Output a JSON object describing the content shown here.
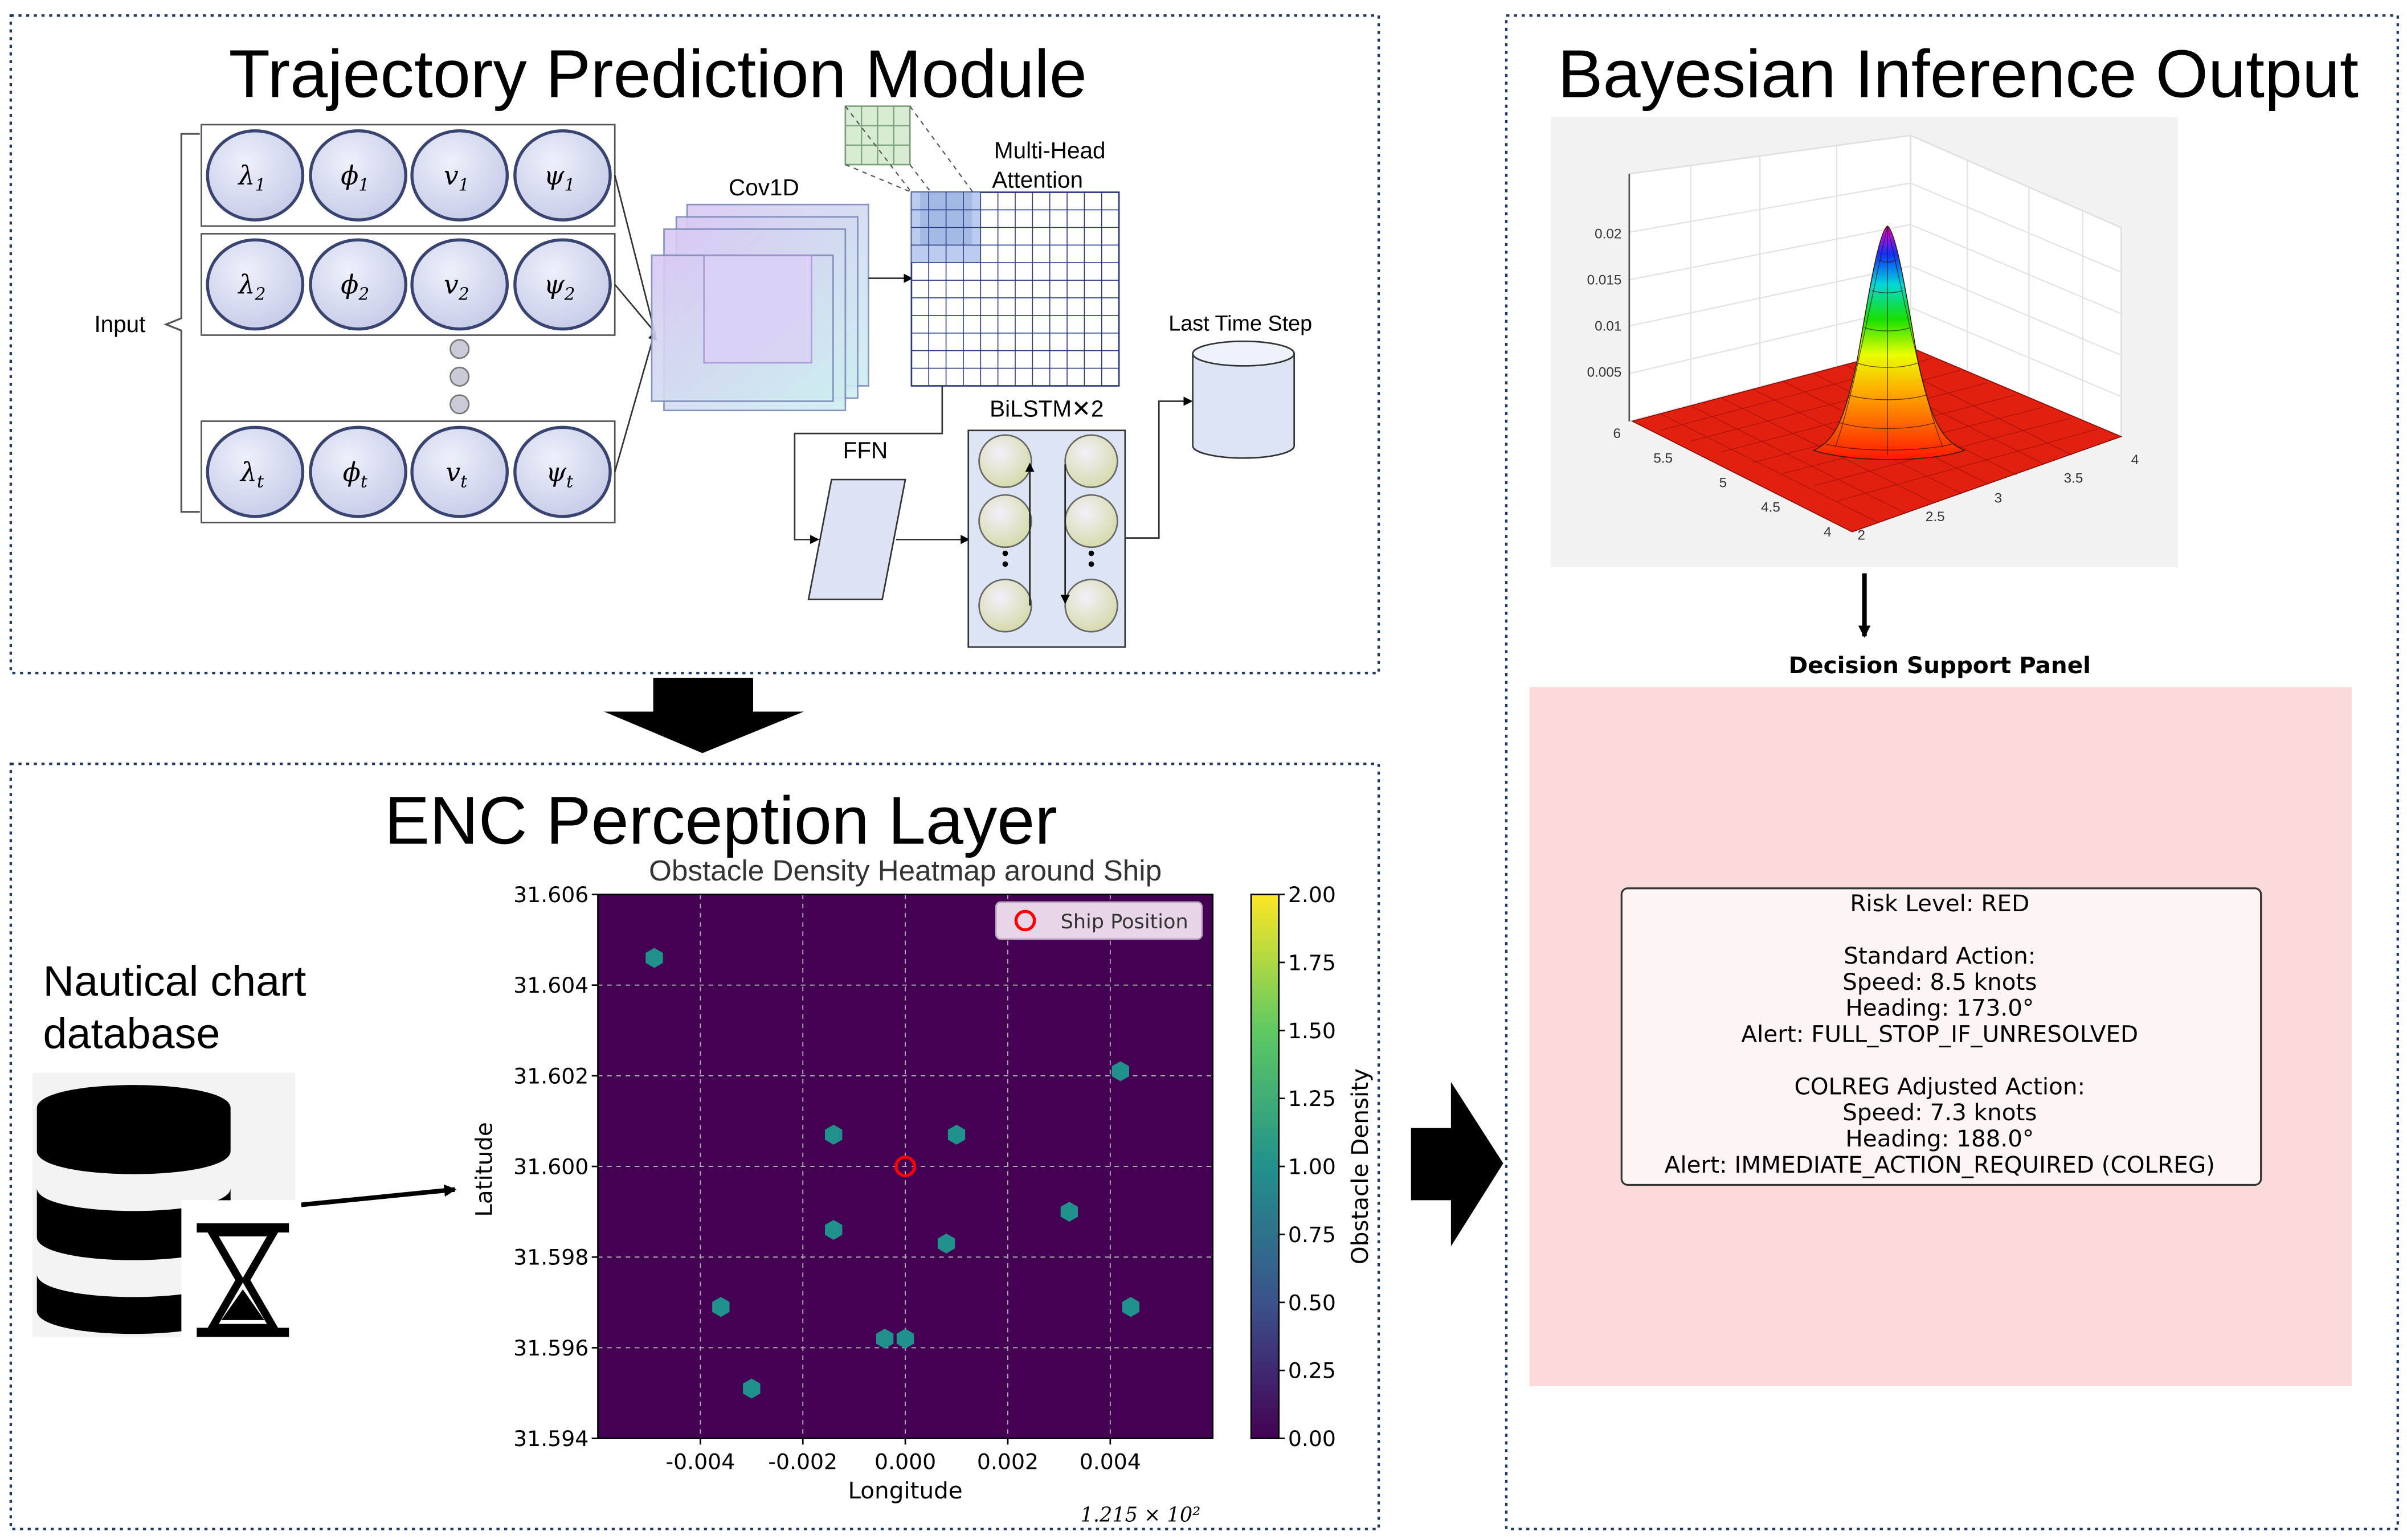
{
  "modules": {
    "trajectory": {
      "title": "Trajectory Prediction Module",
      "input_label": "Input",
      "cov_label": "Cov1D",
      "mha_line1": "Multi-Head",
      "mha_line2": "Attention",
      "ffn_label": "FFN",
      "bilstm_label": "BiLSTM✕2",
      "last_step_label": "Last Time Step",
      "input_rows": [
        {
          "cells": [
            {
              "sym": "λ",
              "sub": "1"
            },
            {
              "sym": "ϕ",
              "sub": "1"
            },
            {
              "sym": "v",
              "sub": "1"
            },
            {
              "sym": "ψ",
              "sub": "1"
            }
          ]
        },
        {
          "cells": [
            {
              "sym": "λ",
              "sub": "2"
            },
            {
              "sym": "ϕ",
              "sub": "2"
            },
            {
              "sym": "v",
              "sub": "2"
            },
            {
              "sym": "ψ",
              "sub": "2"
            }
          ]
        },
        {
          "cells": [
            {
              "sym": "λ",
              "sub": "t"
            },
            {
              "sym": "ϕ",
              "sub": "t"
            },
            {
              "sym": "v",
              "sub": "t"
            },
            {
              "sym": "ψ",
              "sub": "t"
            }
          ]
        }
      ]
    },
    "bayesian": {
      "title": "Bayesian Inference Output",
      "zticks": [
        "0.02",
        "0.015",
        "0.01",
        "0.005"
      ],
      "left_axis_ticks": [
        "6",
        "5.5",
        "5",
        "4.5",
        "4"
      ],
      "right_axis_ticks": [
        "2",
        "2.5",
        "3",
        "3.5",
        "4"
      ]
    },
    "enc": {
      "title": "ENC Perception Layer",
      "database_line1": "Nautical chart",
      "database_line2": "database"
    },
    "decision": {
      "title": "Decision Support Panel",
      "lines": [
        "Risk Level: RED",
        "",
        "Standard Action:",
        "Speed: 8.5 knots",
        "Heading: 173.0°",
        "Alert: FULL_STOP_IF_UNRESOLVED",
        "",
        "COLREG Adjusted Action:",
        "Speed: 7.3 knots",
        "Heading: 188.0°",
        "Alert: IMMEDIATE_ACTION_REQUIRED (COLREG)"
      ]
    }
  },
  "colors": {
    "heatmap_bg": "#440154",
    "obstacle": "#21918c",
    "ship_marker": "#ff0000",
    "panel_bg": "#fcd9da",
    "frame": "#1f3864"
  },
  "chart_data": {
    "type": "heatmap",
    "title": "Obstacle Density Heatmap around Ship",
    "xlabel": "Longitude",
    "ylabel": "Latitude",
    "x_offset_label": "1.215 × 10²",
    "colorbar_label": "Obstacle Density",
    "legend_label": "Ship Position",
    "legend_position": "top-right",
    "grid": true,
    "xlim": [
      -0.006,
      0.006
    ],
    "ylim": [
      31.594,
      31.606
    ],
    "xticks": [
      -0.004,
      -0.002,
      0.0,
      0.002,
      0.004
    ],
    "xtick_labels": [
      "-0.004",
      "-0.002",
      "0.000",
      "0.002",
      "0.004"
    ],
    "yticks": [
      31.594,
      31.596,
      31.598,
      31.6,
      31.602,
      31.604,
      31.606
    ],
    "ytick_labels": [
      "31.594",
      "31.596",
      "31.598",
      "31.600",
      "31.602",
      "31.604",
      "31.606"
    ],
    "colorbar_range": [
      0,
      2
    ],
    "colorbar_ticks": [
      "0.00",
      "0.25",
      "0.50",
      "0.75",
      "1.00",
      "1.25",
      "1.50",
      "1.75",
      "2.00"
    ],
    "ship_position": {
      "x": 0.0,
      "y": 31.6
    },
    "obstacles": [
      {
        "x": -0.0049,
        "y": 31.6046,
        "density": 1.0
      },
      {
        "x": 0.0042,
        "y": 31.6021,
        "density": 1.0
      },
      {
        "x": -0.0014,
        "y": 31.6007,
        "density": 1.0
      },
      {
        "x": 0.001,
        "y": 31.6007,
        "density": 1.0
      },
      {
        "x": 0.0032,
        "y": 31.599,
        "density": 1.0
      },
      {
        "x": -0.0014,
        "y": 31.5986,
        "density": 1.0
      },
      {
        "x": 0.0008,
        "y": 31.5983,
        "density": 1.0
      },
      {
        "x": -0.0036,
        "y": 31.5969,
        "density": 1.0
      },
      {
        "x": 0.0044,
        "y": 31.5969,
        "density": 1.0
      },
      {
        "x": -0.0004,
        "y": 31.5962,
        "density": 1.0
      },
      {
        "x": 0.0,
        "y": 31.5962,
        "density": 1.0
      },
      {
        "x": -0.003,
        "y": 31.5951,
        "density": 1.0
      }
    ]
  }
}
